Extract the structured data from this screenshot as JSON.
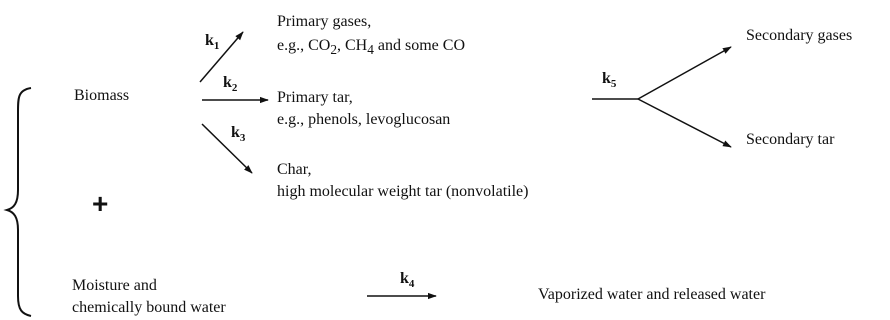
{
  "reactants": {
    "biomass": "Biomass",
    "plus": "+",
    "moisture_line1": "Moisture and",
    "moisture_line2": "chemically bound water"
  },
  "rate_constants": {
    "k1": {
      "letter": "k",
      "sub": "1"
    },
    "k2": {
      "letter": "k",
      "sub": "2"
    },
    "k3": {
      "letter": "k",
      "sub": "3"
    },
    "k4": {
      "letter": "k",
      "sub": "4"
    },
    "k5": {
      "letter": "k",
      "sub": "5"
    }
  },
  "primary_products": {
    "gases_line1": "Primary gases,",
    "gases_line2_pre": "e.g., CO",
    "gases_co2_sub": "2",
    "gases_mid": ", CH",
    "gases_ch4_sub": "4",
    "gases_post": " and some CO",
    "tar_line1": "Primary tar,",
    "tar_line2": "e.g., phenols, levoglucosan",
    "char_line1": "Char,",
    "char_line2": "high molecular weight tar (nonvolatile)"
  },
  "secondary_products": {
    "gases": "Secondary gases",
    "tar": "Secondary tar"
  },
  "water_products": {
    "label": "Vaporized water and released water"
  }
}
